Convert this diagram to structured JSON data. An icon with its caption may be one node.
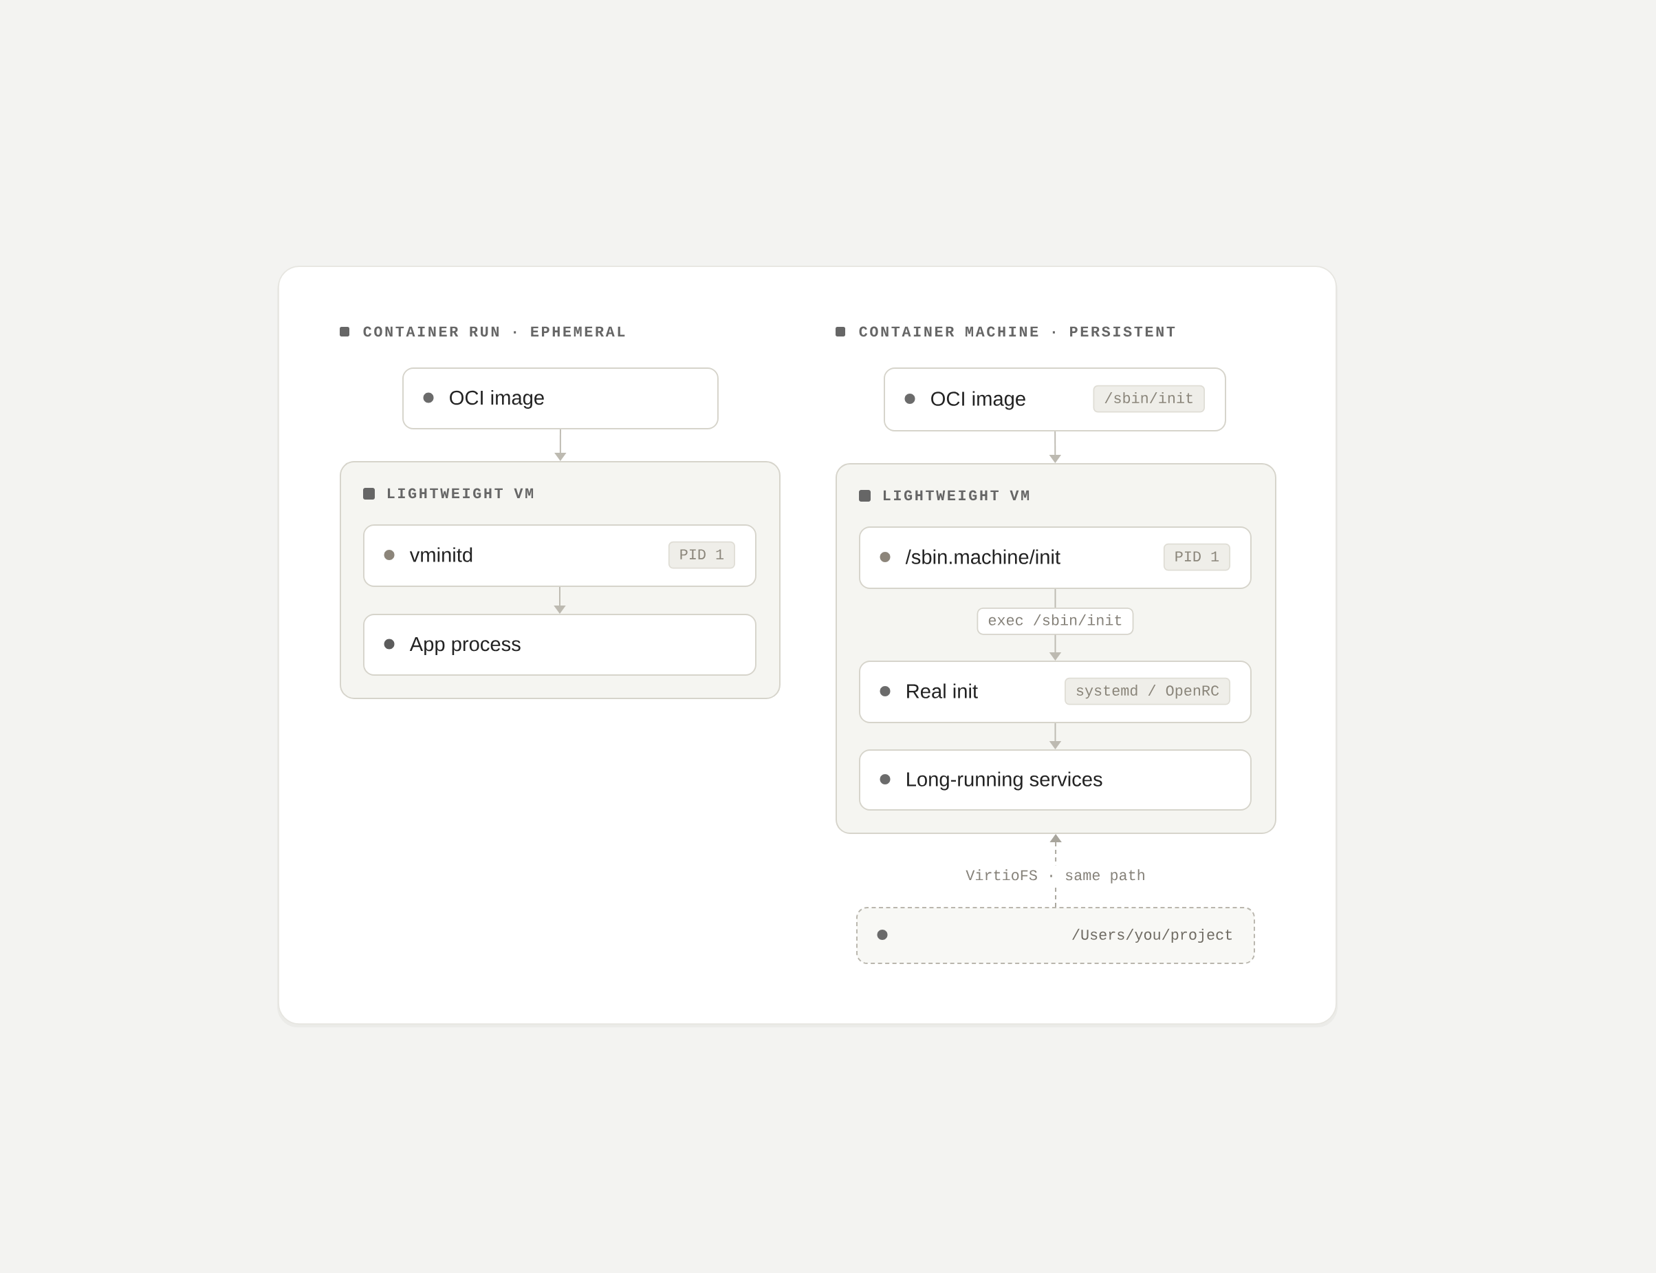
{
  "diagram": {
    "nodes": [
      {
        "text": [
          "OCI image"
        ]
      },
      {
        "text": [
          "LIGHTWEIGHT VM"
        ]
      },
      {
        "text": [
          "vminitd",
          "PID 1"
        ],
        "in": 1
      },
      {
        "text": [
          "App process"
        ],
        "in": 1
      },
      {
        "text": [
          "OCI image",
          "/sbin/init"
        ]
      },
      {
        "text": [
          "LIGHTWEIGHT VM"
        ]
      },
      {
        "text": [
          "/sbin.machine/init",
          "PID 1"
        ],
        "in": 5
      },
      {
        "text": [
          "Real init",
          "systemd / OpenRC"
        ],
        "in": 5
      },
      {
        "text": [
          "Long-running services"
        ],
        "in": 5
      },
      {
        "text": [
          "/Users/you/project"
        ]
      }
    ],
    "edges": [
      {
        "from": 0,
        "to": 1,
        "arrow": "to"
      },
      {
        "from": 2,
        "to": 3,
        "arrow": "to"
      },
      {
        "from": 4,
        "to": 5,
        "arrow": "to"
      },
      {
        "from": 6,
        "to": 7,
        "arrow": "to",
        "label": "exec /sbin/init"
      },
      {
        "from": 7,
        "to": 8,
        "arrow": "to"
      },
      {
        "from": 9,
        "to": 5,
        "arrow": "to",
        "label": "VirtioFS · same path",
        "style": "dashed",
        "color": "#a8a59c"
      }
    ],
    "labels": [
      "CONTAINER RUN · EPHEMERAL",
      "CONTAINER MACHINE · PERSISTENT"
    ]
  }
}
